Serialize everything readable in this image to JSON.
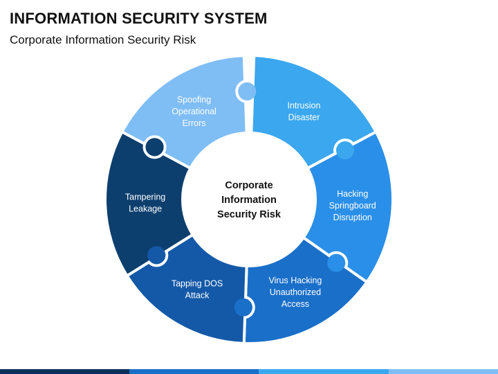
{
  "header": {
    "title": "INFORMATION SECURITY SYSTEM",
    "subtitle": "Corporate Information Security Risk"
  },
  "center": {
    "lines": [
      "Corporate",
      "Information",
      "Security Risk"
    ]
  },
  "segments": [
    {
      "lines": [
        "Spoofing",
        "Operational",
        "Errors"
      ],
      "color": "#7fbdf5"
    },
    {
      "lines": [
        "Intrusion",
        "Disaster"
      ],
      "color": "#3aa7ef"
    },
    {
      "lines": [
        "Hacking",
        "Springboard",
        "Disruption"
      ],
      "color": "#2a8fe8"
    },
    {
      "lines": [
        "Virus Hacking",
        "Unauthorized",
        "Access"
      ],
      "color": "#1a6fc9"
    },
    {
      "lines": [
        "Tapping DOS",
        "Attack"
      ],
      "color": "#1459a8"
    },
    {
      "lines": [
        "Tampering",
        "Leakage"
      ],
      "color": "#0d3f6e"
    }
  ],
  "palette": {
    "bar": [
      "#0b2f5b",
      "#1a6fc9",
      "#3aa7ef",
      "#7fbdf5"
    ]
  }
}
